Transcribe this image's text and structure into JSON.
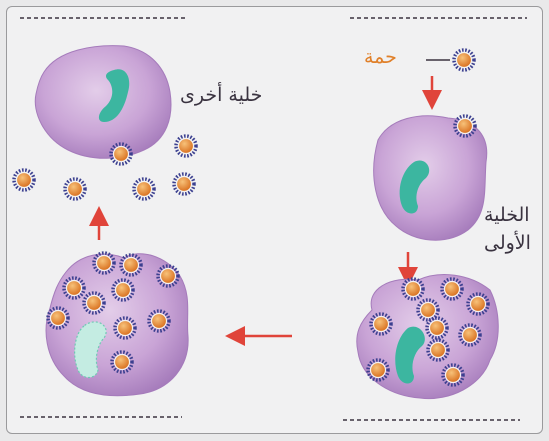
{
  "labels": {
    "virus": "حمة",
    "first_cell_line1": "الخلية",
    "first_cell_line2": "الأولى",
    "other_cell": "خلية أخرى"
  },
  "colors": {
    "cell_fill": "#c9a4d6",
    "cell_edge": "#9a6eb0",
    "nucleus": "#3cb6a0",
    "virus_core": "#e98a2e",
    "virus_spikes": "#3b3f8f",
    "arrow": "#e0443a",
    "virus_label": "#e0802a"
  }
}
